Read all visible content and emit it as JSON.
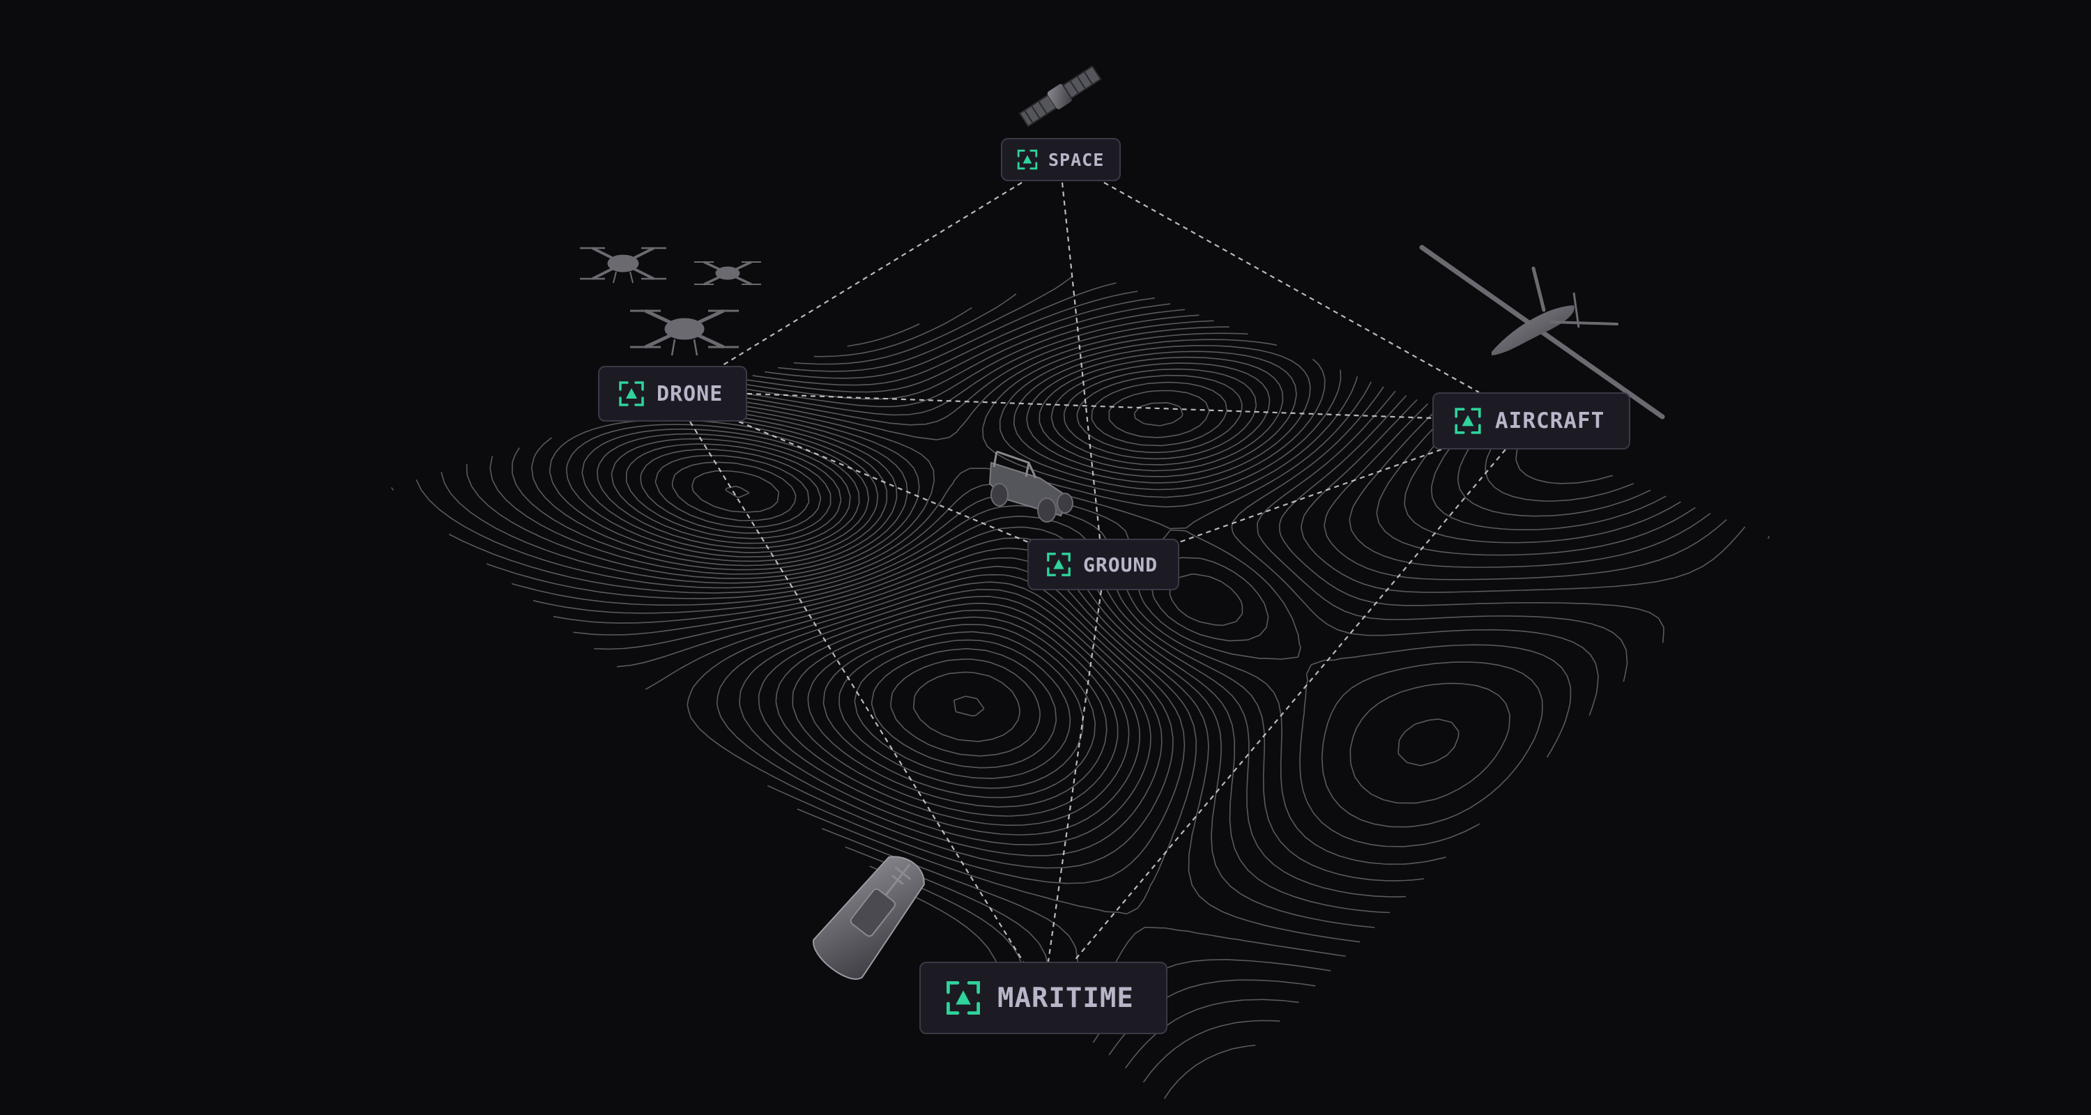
{
  "nodes": {
    "space": "SPACE",
    "drone": "DRONE",
    "aircraft": "AIRCRAFT",
    "ground": "GROUND",
    "maritime": "MARITIME"
  },
  "colors": {
    "background": "#0b0b0d",
    "accent": "#2fd39b",
    "node_fill": "#1c1b24",
    "node_border": "#3a3946",
    "label": "#b8b6c8",
    "link": "#d8d8e0",
    "contour": "#9a9aa4",
    "vehicle": "#6a6a70"
  },
  "icons": {
    "node_marker": "target-triangle-icon",
    "space_asset": "satellite-icon",
    "drone_asset": "quadcopter-icon",
    "aircraft_asset": "uav-aircraft-icon",
    "ground_asset": "ground-vehicle-icon",
    "maritime_asset": "boat-icon"
  }
}
